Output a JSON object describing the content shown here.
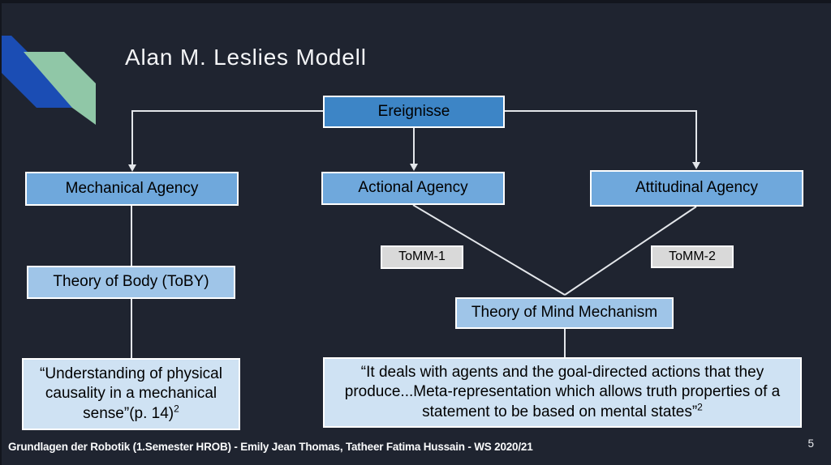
{
  "slide": {
    "title": "Alan M. Leslies Modell",
    "footer": "Grundlagen der Robotik (1.Semester HROB) - Emily Jean Thomas, Tatheer Fatima Hussain - WS 2020/21",
    "page_number": "5"
  },
  "nodes": {
    "ereignisse": {
      "label": "Ereignisse",
      "fill": "#3d85c6"
    },
    "mechanical": {
      "label": "Mechanical Agency",
      "fill": "#6fa8dc"
    },
    "actional": {
      "label": "Actional Agency",
      "fill": "#6fa8dc"
    },
    "attitudinal": {
      "label": "Attitudinal Agency",
      "fill": "#6fa8dc"
    },
    "tomm1": {
      "label": "ToMM-1",
      "fill": "#d9d9d9"
    },
    "tomm2": {
      "label": "ToMM-2",
      "fill": "#d9d9d9"
    },
    "toby": {
      "label": "Theory of Body (ToBY)",
      "fill": "#9fc5e8"
    },
    "tmm": {
      "label": "Theory of Mind Mechanism",
      "fill": "#9fc5e8"
    },
    "quote_mechanical": {
      "text": "“Understanding of physical causality in a mechanical sense”(p. 14)",
      "sup": "2",
      "fill": "#cfe2f3"
    },
    "quote_tomm": {
      "text": "“It deals with agents and the goal-directed actions that they produce...Meta-representation which allows truth properties of a statement to be based on mental states”",
      "sup": "2",
      "fill": "#cfe2f3"
    }
  },
  "palette": {
    "background": "#1f2430",
    "box_border": "#ffffff",
    "connector_line": "#e3e6ea",
    "box_text": "#000000",
    "title_text": "#f4f5f7",
    "decoration_blue": "#1b4db4",
    "decoration_green": "#90c7a7"
  }
}
